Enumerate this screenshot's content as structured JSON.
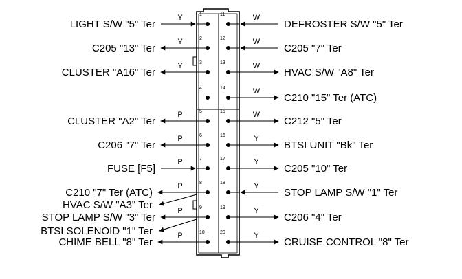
{
  "connector": {
    "pins": [
      {
        "num": "1",
        "left": {
          "label": "LIGHT S/W \"5\" Ter",
          "wire": "Y",
          "dir": "in"
        },
        "right": null
      },
      {
        "num": "2",
        "left": {
          "label": "C205 \"13\" Ter",
          "wire": "Y",
          "dir": "out"
        },
        "right": null
      },
      {
        "num": "3",
        "left": {
          "label": "CLUSTER \"A16\" Ter",
          "wire": "Y",
          "dir": "out"
        },
        "right": null
      },
      {
        "num": "4",
        "left": null,
        "right": null
      },
      {
        "num": "5",
        "left": {
          "label": "CLUSTER \"A2\" Ter",
          "wire": "P",
          "dir": "out"
        },
        "right": null
      },
      {
        "num": "6",
        "left": {
          "label": "C206 \"7\" Ter",
          "wire": "P",
          "dir": "out"
        },
        "right": null
      },
      {
        "num": "7",
        "left": {
          "label": "FUSE [F5]",
          "wire": "P",
          "dir": "in"
        },
        "right": null
      },
      {
        "num": "8",
        "left": {
          "label": "C210 \"7\" Ter (ATC)",
          "wire": "P",
          "dir": "out"
        },
        "right": null
      },
      {
        "num": "9",
        "left": {
          "label": "STOP LAMP S/W \"3\" Ter",
          "wire": "P",
          "dir": "out"
        },
        "right": null
      },
      {
        "num": "10",
        "left": {
          "label": "CHIME BELL \"8\" Ter",
          "wire": "P",
          "dir": "out"
        },
        "right": null
      },
      {
        "num": "11",
        "left": null,
        "right": {
          "label": "DEFROSTER S/W \"5\" Ter",
          "wire": "W",
          "dir": "in"
        }
      },
      {
        "num": "12",
        "left": null,
        "right": {
          "label": "C205 \"7\" Ter",
          "wire": "W",
          "dir": "in"
        }
      },
      {
        "num": "13",
        "left": null,
        "right": {
          "label": "HVAC S/W \"A8\" Ter",
          "wire": "W",
          "dir": "out"
        }
      },
      {
        "num": "14",
        "left": null,
        "right": {
          "label": "C210 \"15\" Ter (ATC)",
          "wire": "W",
          "dir": "out"
        }
      },
      {
        "num": "15",
        "left": null,
        "right": {
          "label": "C212 \"5\" Ter",
          "wire": "W",
          "dir": "out"
        }
      },
      {
        "num": "16",
        "left": null,
        "right": {
          "label": "BTSI UNIT \"Bk\" Ter",
          "wire": "Y",
          "dir": "out"
        }
      },
      {
        "num": "17",
        "left": null,
        "right": {
          "label": "C205 \"10\" Ter",
          "wire": "Y",
          "dir": "out"
        }
      },
      {
        "num": "18",
        "left": null,
        "right": {
          "label": "STOP LAMP S/W \"1\" Ter",
          "wire": "Y",
          "dir": "in"
        }
      },
      {
        "num": "19",
        "left": null,
        "right": {
          "label": "C206 \"4\" Ter",
          "wire": "Y",
          "dir": "out"
        }
      },
      {
        "num": "20",
        "left": null,
        "right": {
          "label": "CRUISE CONTROL \"8\" Ter",
          "wire": "Y",
          "dir": "out"
        }
      }
    ],
    "branches": [
      {
        "from_pin": "8",
        "label": "HVAC S/W \"A3\" Ter",
        "dir": "out"
      },
      {
        "from_pin": "9",
        "label": "BTSI SOLENOID \"1\" Ter",
        "dir": "out"
      }
    ]
  },
  "colors": {
    "line": "#000000",
    "background": "#ffffff"
  }
}
